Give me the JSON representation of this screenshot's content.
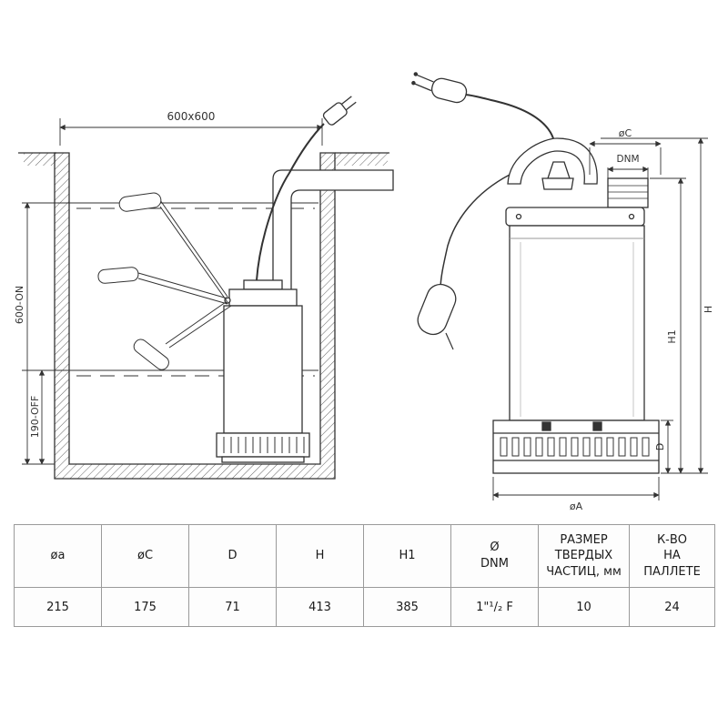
{
  "drawing": {
    "left": {
      "top_dim": "600x600",
      "on_dim": "600-ON",
      "off_dim": "190-OFF"
    },
    "right": {
      "oc": "øC",
      "dnm": "DNM",
      "h": "H",
      "h1": "H1",
      "d": "D",
      "oa": "øA"
    }
  },
  "table": {
    "headers": [
      "øa",
      "øC",
      "D",
      "H",
      "H1",
      "Ø\nDNM",
      "РАЗМЕР\nТВЕРДЫХ\nЧАСТИЦ, мм",
      "К-ВО\nНА\nПАЛЛЕТЕ"
    ],
    "values": [
      "215",
      "175",
      "71",
      "413",
      "385",
      "1\"¹/₂ F",
      "10",
      "24"
    ]
  }
}
